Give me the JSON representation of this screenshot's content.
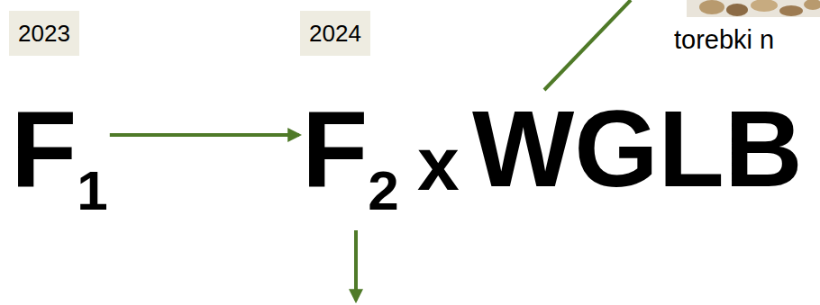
{
  "diagram": {
    "nodes": [
      {
        "text": [
          "2023"
        ]
      },
      {
        "text": [
          "2024"
        ]
      },
      {
        "text": [
          "F",
          "1"
        ]
      },
      {
        "text": [
          "F",
          "2"
        ]
      }
    ],
    "edges": [
      {
        "from": 2,
        "to": 3,
        "arrow": "to"
      }
    ],
    "labels": [
      "x",
      "WGLB",
      "torebki n"
    ]
  }
}
